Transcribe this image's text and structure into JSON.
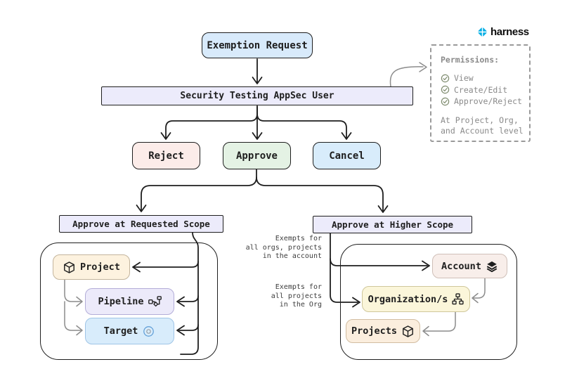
{
  "header": {
    "logo_text": "harness"
  },
  "nodes": {
    "exemption_request": "Exemption Request",
    "appsec_user": "Security Testing AppSec User",
    "reject": "Reject",
    "approve": "Approve",
    "cancel": "Cancel",
    "requested_scope": "Approve at Requested Scope",
    "higher_scope": "Approve at Higher Scope",
    "project": "Project",
    "pipeline": "Pipeline",
    "target": "Target",
    "account": "Account",
    "organizations": "Organization/s",
    "projects": "Projects"
  },
  "permissions": {
    "title": "Permissions:",
    "items": [
      "View",
      "Create/Edit",
      "Approve/Reject"
    ],
    "footer": "At Project, Org,\nand Account level"
  },
  "annotations": {
    "account_note": "Exempts for\nall orgs, projects\nin the account",
    "org_note": "Exempts for\nall projects\nin the Org"
  },
  "colors": {
    "line_black": "#1e1e1e",
    "line_gray": "#8c8c8c",
    "exemption_fill": "#d8eafb",
    "user_bar_fill": "#ecebfb",
    "reject_fill": "#fcece9",
    "approve_fill": "#e4f2e4",
    "cancel_fill": "#d8ecfb",
    "scope_fill": "#ecebfb",
    "project_fill": "#fdf2df",
    "pipeline_fill": "#eceafa",
    "target_fill": "#d8ecfb",
    "account_fill": "#f8eeea",
    "organizations_fill": "#fbf6da",
    "projects_fill": "#fbeede",
    "harness_blue": "#00ade4",
    "check_green": "#7f8c6f"
  }
}
